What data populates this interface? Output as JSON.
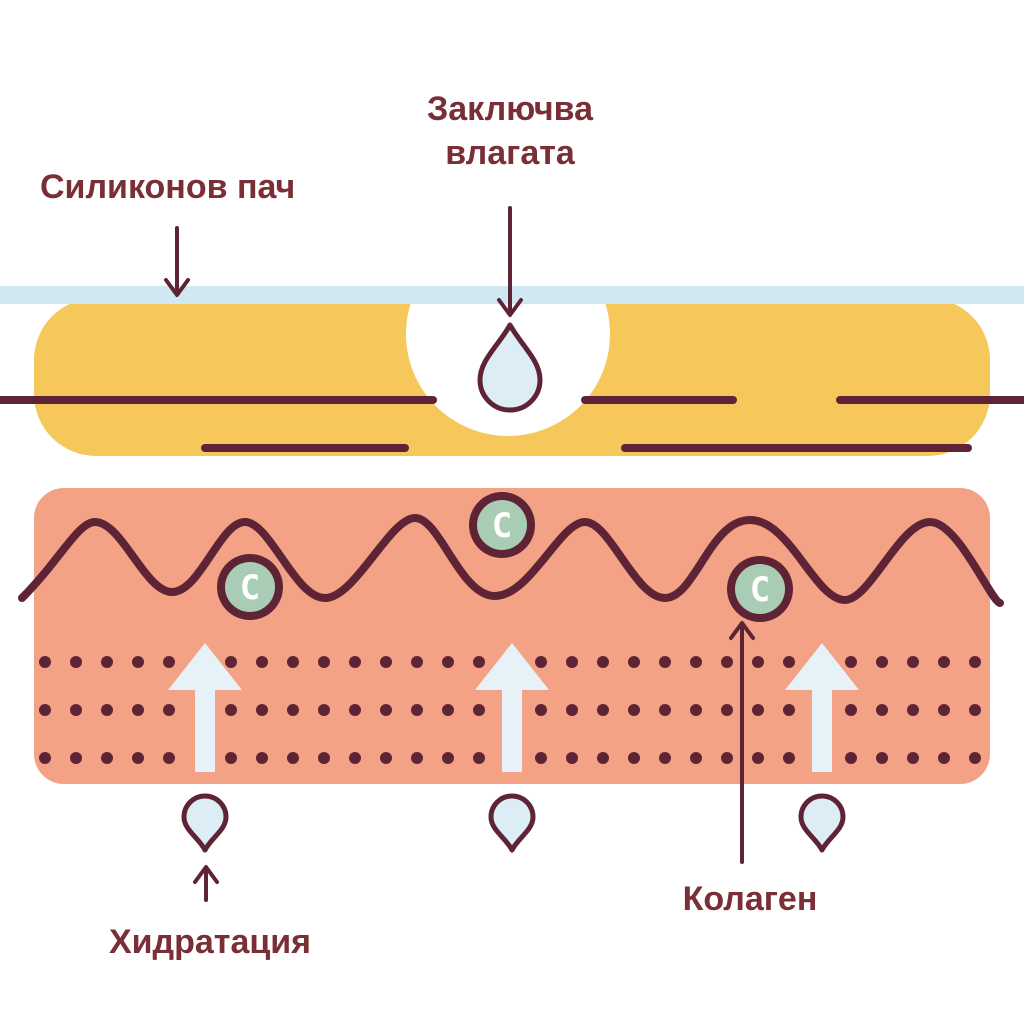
{
  "labels": {
    "silicone_patch": "Силиконов пач",
    "locks_moisture": "Заключва влагата",
    "collagen": "Колаген",
    "hydration": "Хидратация"
  },
  "collagen_symbol": "C",
  "colors": {
    "label": "#7a2e35",
    "patch_film": "#cfe8f1",
    "yellow_layer": "#f6c85c",
    "skin_layer": "#f3a285",
    "dark_line": "#5e2436",
    "collagen_fill": "#a8ccb4",
    "drop_fill": "#dcedf6",
    "arrow_fill": "#e6f2f8"
  },
  "icons": [
    "water-drop-icon",
    "up-arrow-icon",
    "down-arrow-icon",
    "collagen-c-icon"
  ]
}
